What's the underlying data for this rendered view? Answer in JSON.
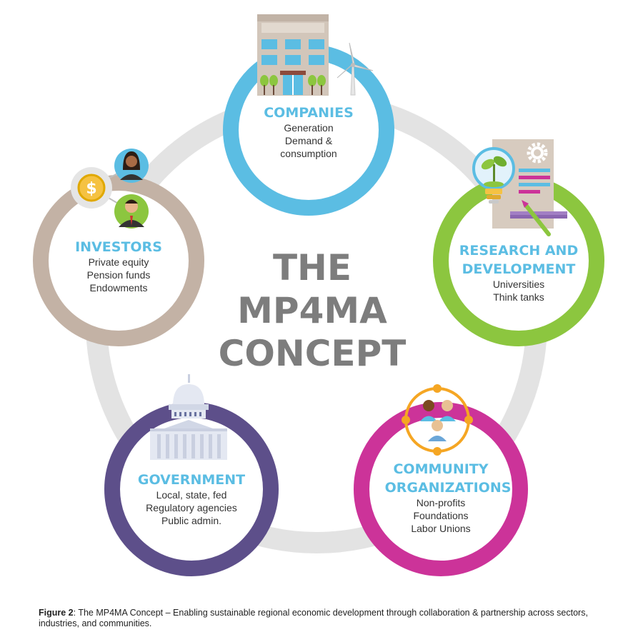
{
  "center_title": [
    "THE",
    "MP4MA",
    "CONCEPT"
  ],
  "nodes": [
    {
      "title": [
        "COMPANIES"
      ],
      "items": [
        "Generation",
        "Demand &",
        "consumption"
      ],
      "ring_color": "#5bbde3"
    },
    {
      "title": [
        "RESEARCH AND",
        "DEVELOPMENT"
      ],
      "items": [
        "Universities",
        "Think tanks"
      ],
      "ring_color": "#8cc63f"
    },
    {
      "title": [
        "COMMUNITY",
        "ORGANIZATIONS"
      ],
      "items": [
        "Non-profits",
        "Foundations",
        "Labor Unions"
      ],
      "ring_color": "#cc3399"
    },
    {
      "title": [
        "GOVERNMENT"
      ],
      "items": [
        "Local, state, fed",
        "Regulatory agencies",
        "Public admin."
      ],
      "ring_color": "#5d4f8a"
    },
    {
      "title": [
        "INVESTORS"
      ],
      "items": [
        "Private equity",
        "Pension funds",
        "Endowments"
      ],
      "ring_color": "#c3b2a5"
    }
  ],
  "icons": [
    "office-building-icon",
    "wind-turbine-icon",
    "lightbulb-plant-icon",
    "gear-icon",
    "document-icon",
    "pencil-icon",
    "community-network-icon",
    "capitol-building-icon",
    "dollar-coin-icon",
    "businesswoman-avatar-icon",
    "businessman-avatar-icon"
  ],
  "caption": {
    "label": "Figure 2",
    "text": ": The MP4MA Concept – Enabling sustainable regional economic development through collaboration & partnership across sectors, industries, and communities."
  },
  "colors": {
    "connector_ring": "#e3e3e3",
    "title_blue": "#5bbde3",
    "center_gray": "#7d7d7d"
  }
}
